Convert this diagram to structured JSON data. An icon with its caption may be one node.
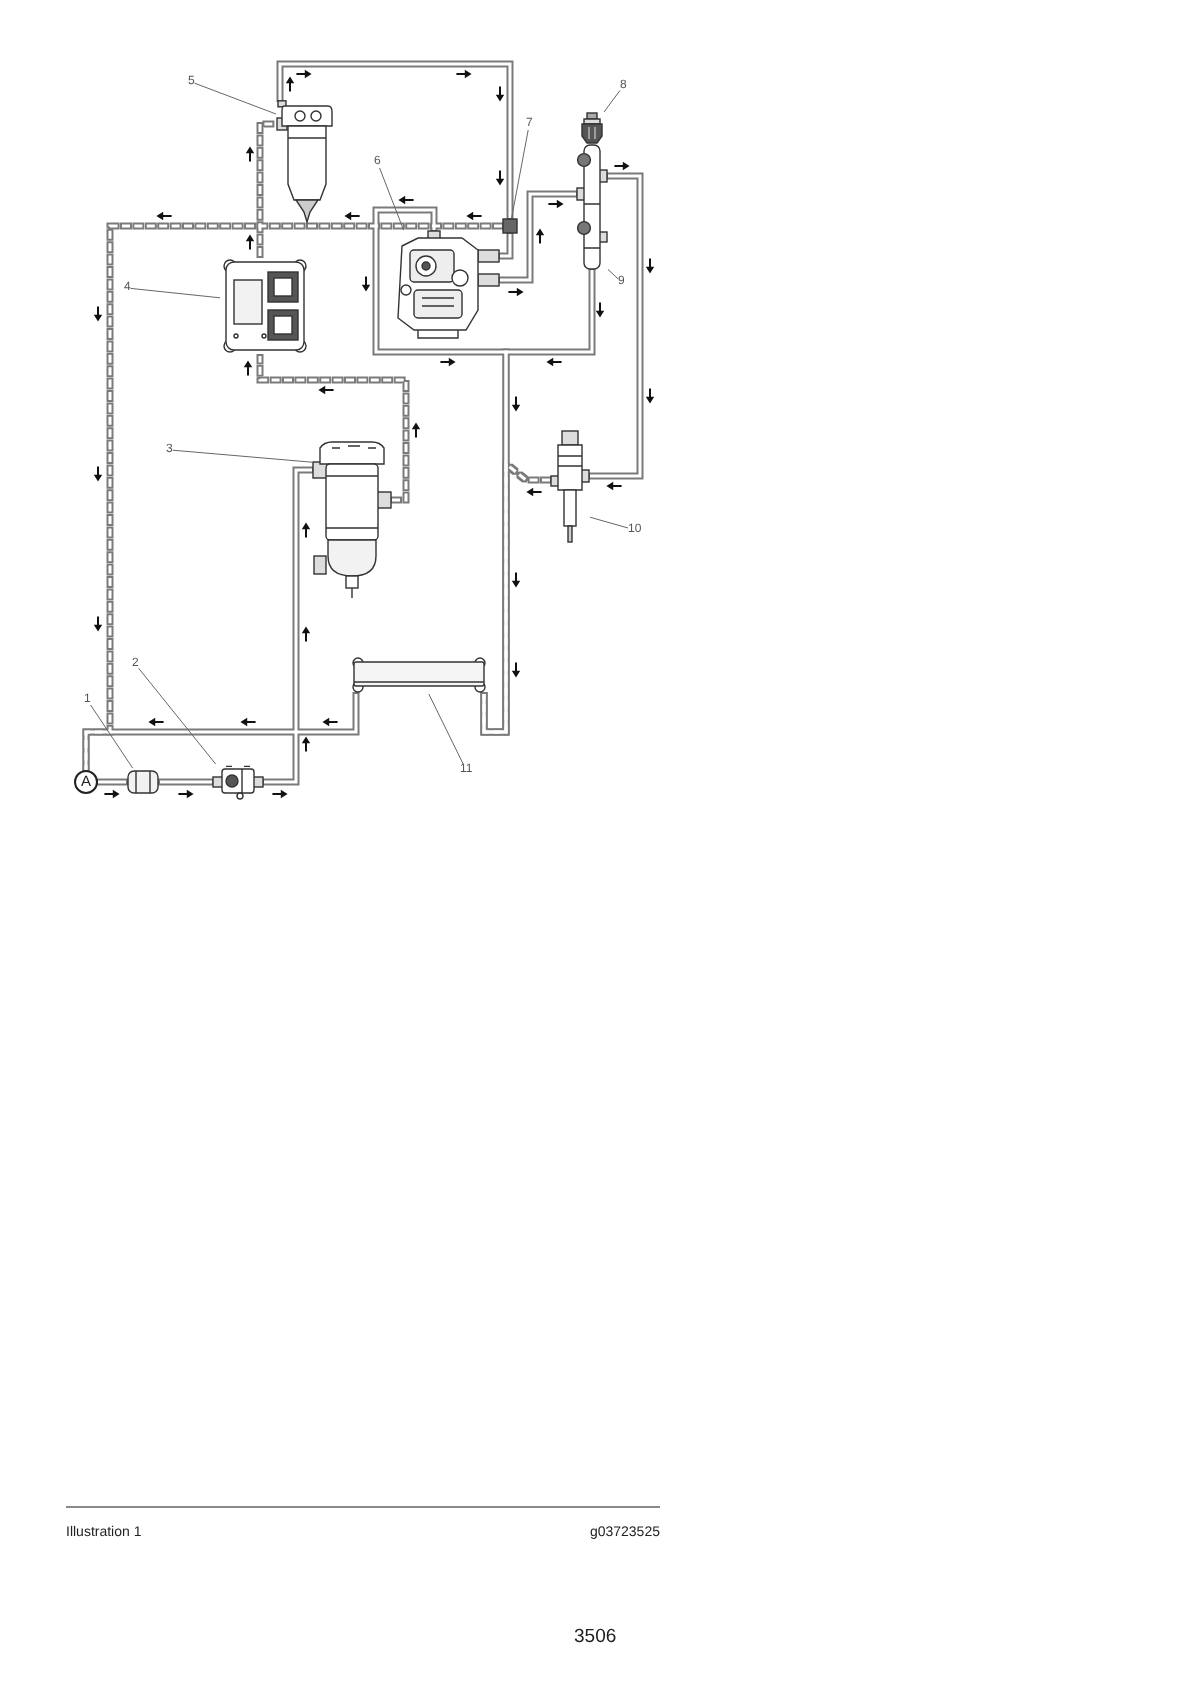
{
  "diagram": {
    "caption": "Illustration 1",
    "nodes": [
      {
        "text": [
          "A"
        ]
      },
      {
        "text": [
          "1"
        ]
      },
      {
        "text": [],
        "shape": "picture"
      },
      {
        "text": [
          "2"
        ]
      },
      {
        "text": [],
        "shape": "picture"
      },
      {
        "text": [
          "3"
        ]
      },
      {
        "text": [],
        "shape": "picture"
      },
      {
        "text": [
          "4"
        ]
      },
      {
        "text": [],
        "shape": "picture"
      },
      {
        "text": [
          "5"
        ]
      },
      {
        "text": [],
        "shape": "picture"
      },
      {
        "text": [
          "6"
        ]
      },
      {
        "text": [],
        "shape": "picture"
      },
      {
        "text": [
          "7"
        ]
      },
      {
        "text": [],
        "shape": "box"
      },
      {
        "text": [
          "8"
        ]
      },
      {
        "text": [],
        "shape": "picture"
      },
      {
        "text": [
          "9"
        ]
      },
      {
        "text": [],
        "shape": "picture"
      },
      {
        "text": [
          "10"
        ]
      },
      {
        "text": [],
        "shape": "picture"
      },
      {
        "text": [
          "11"
        ]
      },
      {
        "text": [],
        "shape": "picture"
      }
    ],
    "edges": [
      {
        "from": 0,
        "to": 2,
        "arrow": "none"
      },
      {
        "from": 2,
        "to": 4,
        "arrow": "none"
      },
      {
        "from": 4,
        "to": 6,
        "arrow": "none"
      },
      {
        "from": 6,
        "to": 8,
        "arrow": "none",
        "style": "dashed"
      },
      {
        "from": 8,
        "to": 10,
        "arrow": "none",
        "style": "dashed"
      },
      {
        "from": 10,
        "to": 14,
        "arrow": "none"
      },
      {
        "from": 14,
        "to": 12,
        "arrow": "none"
      },
      {
        "from": 12,
        "to": 18,
        "arrow": "none"
      },
      {
        "from": 18,
        "to": 20,
        "arrow": "none"
      },
      {
        "from": 12,
        "to": 22,
        "arrow": "none"
      },
      {
        "from": 18,
        "to": 22,
        "arrow": "none"
      },
      {
        "from": 20,
        "to": 22,
        "arrow": "none",
        "style": "dashed"
      },
      {
        "from": 22,
        "to": 0,
        "arrow": "none"
      },
      {
        "from": 14,
        "to": 0,
        "arrow": "none",
        "style": "dashed"
      },
      {
        "from": 1,
        "to": 2,
        "arrow": "none"
      },
      {
        "from": 3,
        "to": 4,
        "arrow": "none"
      },
      {
        "from": 5,
        "to": 6,
        "arrow": "none"
      },
      {
        "from": 7,
        "to": 8,
        "arrow": "none"
      },
      {
        "from": 9,
        "to": 10,
        "arrow": "none"
      },
      {
        "from": 11,
        "to": 12,
        "arrow": "none"
      },
      {
        "from": 13,
        "to": 14,
        "arrow": "none"
      },
      {
        "from": 15,
        "to": 16,
        "arrow": "none"
      },
      {
        "from": 17,
        "to": 18,
        "arrow": "none"
      },
      {
        "from": 19,
        "to": 20,
        "arrow": "none"
      },
      {
        "from": 21,
        "to": 22,
        "arrow": "none"
      }
    ],
    "labels": [
      "g03723525",
      "3506"
    ]
  }
}
